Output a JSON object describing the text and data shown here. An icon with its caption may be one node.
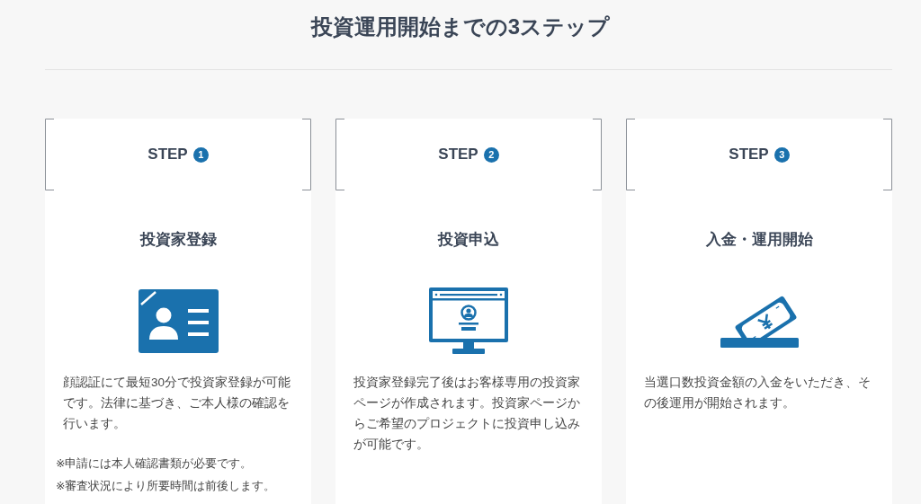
{
  "diagram": {
    "title": "投資運用開始までの3ステップ",
    "nodes": [
      {
        "text": [
          "投資家登録",
          "顔認証にて最短30分で投資家登録が可能です。法律に基づき、ご本人様の確認を行います。",
          "※申請には本人確認書類が必要です。",
          "※審査状況により所要時間は前後します。"
        ]
      },
      {
        "text": [
          "STEP"
        ],
        "in": 0
      },
      {
        "text": [
          "1"
        ],
        "in": 1
      },
      {
        "text": [
          "投資申込",
          "投資家登録完了後はお客様専用の投資家ページが作成されます。投資家ページからご希望のプロジェクトに投資申し込みが可能です。"
        ]
      },
      {
        "text": [
          "STEP"
        ],
        "in": 3
      },
      {
        "text": [
          "2"
        ],
        "in": 4
      },
      {
        "text": [
          "入金・運用開始",
          "当選口数投資金額の入金をいただき、その後運用が開始されます。"
        ]
      },
      {
        "text": [
          "STEP"
        ],
        "in": 6
      },
      {
        "text": [
          "3"
        ],
        "in": 7
      }
    ]
  }
}
